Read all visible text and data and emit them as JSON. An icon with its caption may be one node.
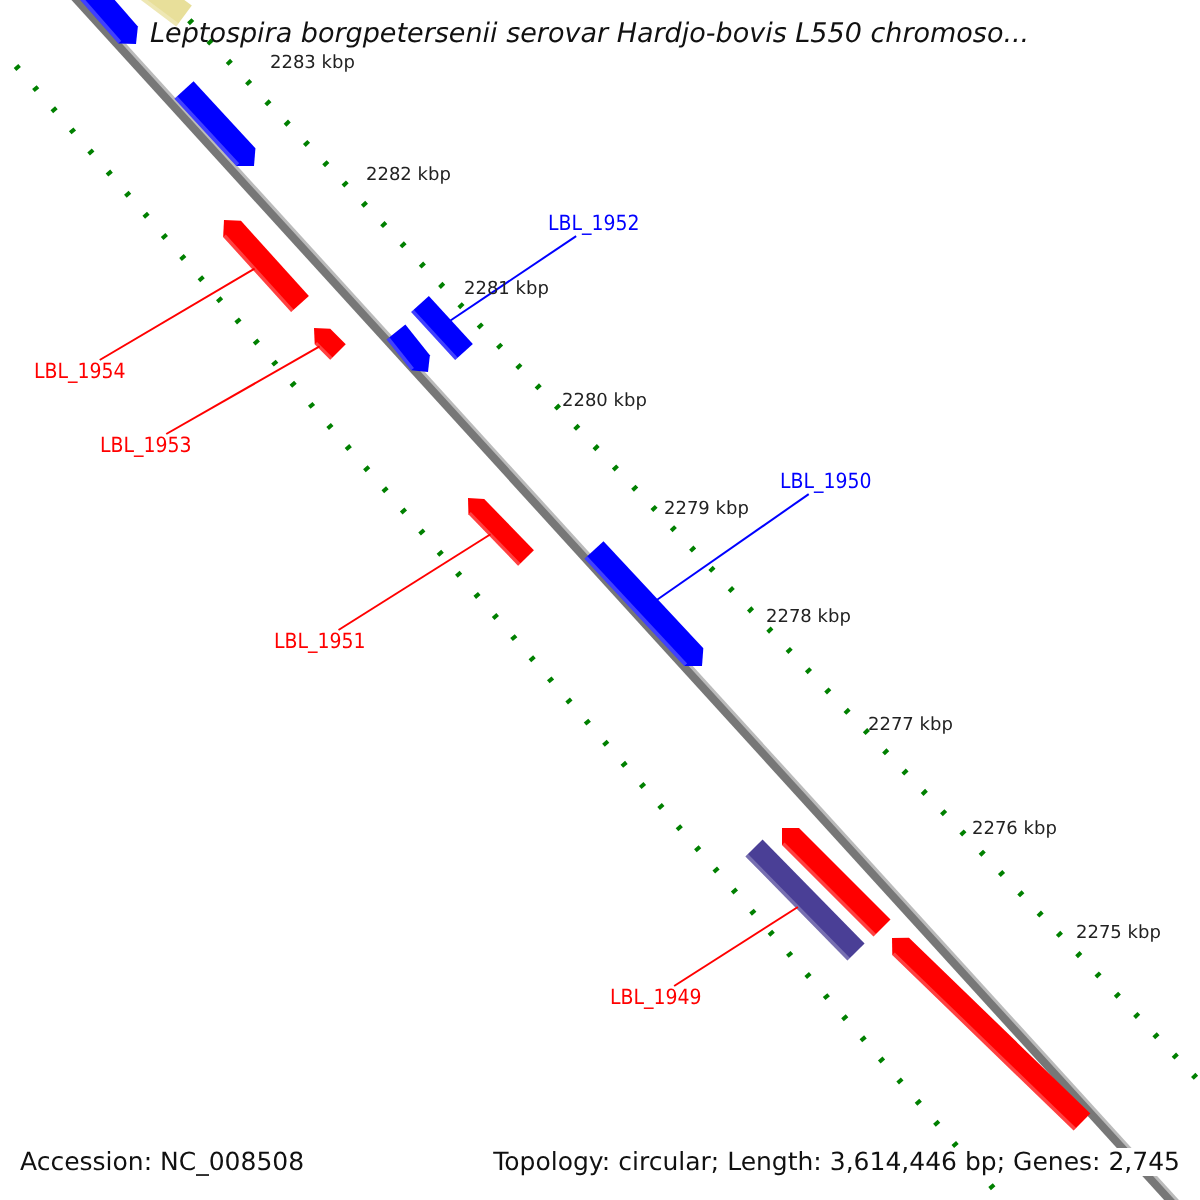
{
  "diagram": {
    "title": "Leptospira borgpetersenii serovar Hardjo-bovis L550 chromoso...",
    "nodes": [
      {
        "text": [
          "LBL_1952"
        ]
      },
      {
        "text": [],
        "shape": "bar"
      },
      {
        "text": [
          "LBL_1954"
        ]
      },
      {
        "text": [],
        "shape": "bar"
      },
      {
        "text": [
          "LBL_1953"
        ]
      },
      {
        "text": [],
        "shape": "bar"
      },
      {
        "text": [
          "LBL_1950"
        ]
      },
      {
        "text": [],
        "shape": "bar"
      },
      {
        "text": [
          "LBL_1951"
        ]
      },
      {
        "text": [],
        "shape": "bar"
      },
      {
        "text": [
          "LBL_1949"
        ]
      },
      {
        "text": [],
        "shape": "bar"
      },
      {
        "text": [],
        "shape": "bar"
      },
      {
        "text": [],
        "shape": "bar"
      },
      {
        "text": [],
        "shape": "bar"
      },
      {
        "text": [],
        "shape": "bar"
      },
      {
        "text": [],
        "shape": "bar"
      },
      {
        "text": [],
        "shape": "bar"
      }
    ],
    "edges": [
      {
        "from": 0,
        "to": 1,
        "arrow": "none",
        "color": "#0000ff"
      },
      {
        "from": 2,
        "to": 3,
        "arrow": "none"
      },
      {
        "from": 4,
        "to": 5,
        "arrow": "none"
      },
      {
        "from": 6,
        "to": 7,
        "arrow": "none",
        "color": "#0000ff"
      },
      {
        "from": 8,
        "to": 9,
        "arrow": "none"
      },
      {
        "from": 10,
        "to": 11,
        "arrow": "none"
      }
    ],
    "labels": [
      "2283 kbp",
      "2282 kbp",
      "2281 kbp",
      "2280 kbp",
      "2279 kbp",
      "2278 kbp",
      "2277 kbp",
      "2276 kbp",
      "2275 kbp",
      "Accession: NC_008508",
      "Topology: circular; Length: 3,614,446 bp; Genes: 2,745"
    ]
  }
}
